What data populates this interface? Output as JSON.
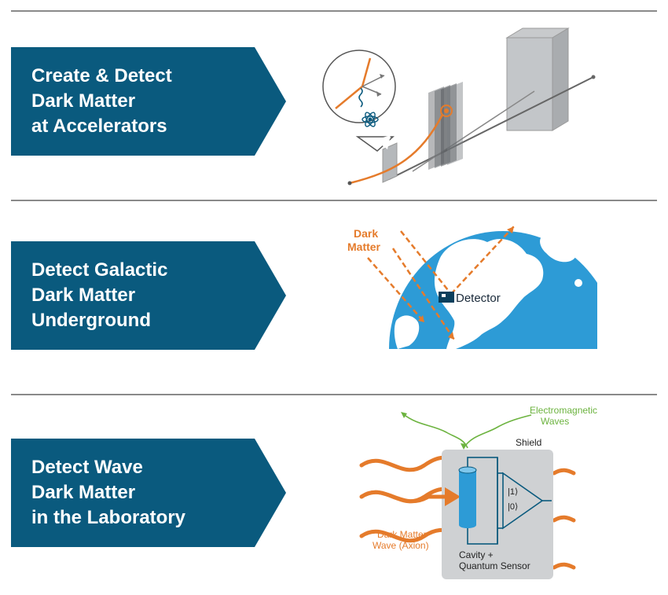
{
  "colors": {
    "banner": "#0a5a7e",
    "divider": "#8a8a8a",
    "orange": "#e57b2b",
    "earth_blue": "#2d9bd6",
    "green": "#6cb33f",
    "dark_gray": "#555555",
    "shield_gray": "#cfd1d3"
  },
  "sections": [
    {
      "banner_lines": [
        "Create & Detect",
        "Dark Matter",
        "at Accelerators"
      ]
    },
    {
      "banner_lines": [
        "Detect Galactic",
        "Dark Matter",
        "Underground"
      ],
      "labels": {
        "dark_matter_1": "Dark",
        "dark_matter_2": "Matter",
        "detector": "Detector"
      }
    },
    {
      "banner_lines": [
        "Detect Wave",
        "Dark Matter",
        "in the Laboratory"
      ],
      "labels": {
        "em_waves_1": "Electromagnetic",
        "em_waves_2": "Waves",
        "shield": "Shield",
        "ket_one": "|1⟩",
        "ket_zero": "|0⟩",
        "axion_1": "Dark Matter",
        "axion_2": "Wave (Axion)",
        "sensor_1": "Cavity +",
        "sensor_2": "Quantum Sensor"
      }
    }
  ]
}
